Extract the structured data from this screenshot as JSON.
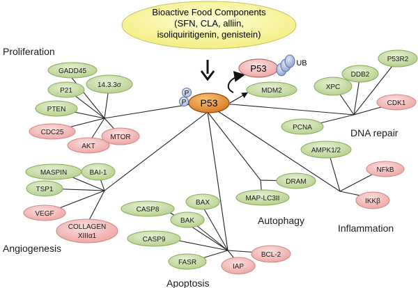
{
  "header": {
    "line1": "Bioactive Food Components",
    "line2": "(SFN, CLA, alliin,",
    "line3": "isoliquiritigenin, genistein)"
  },
  "hub": {
    "label": "P53",
    "phospho": "P"
  },
  "ubiquitin": {
    "p53_label": "P53",
    "ub_label": "UB"
  },
  "groups": {
    "proliferation": "Proliferation",
    "dna_repair": "DNA repair",
    "angiogenesis": "Angiogenesis",
    "apoptosis": "Apoptosis",
    "autophagy": "Autophagy",
    "inflammation": "Inflammation"
  },
  "nodes": {
    "gadd45": "GADD45",
    "p21": "P21",
    "14_3_3": "14.3.3σ",
    "pten": "PTEN",
    "cdc25": "CDC25",
    "akt": "AKT",
    "mtor": "MTOR",
    "mdm2": "MDM2",
    "p53r2": "P53R2",
    "ddb2": "DDB2",
    "xpc": "XPC",
    "cdk1": "CDK1",
    "pcna": "PCNA",
    "maspin": "MASPIN",
    "bai1": "BAI-1",
    "tsp1": "TSP1",
    "vegf": "VEGF",
    "collagen_line1": "COLLAGEN",
    "collagen_line2": "XIIIα1",
    "casp8": "CASP8",
    "bax": "BAX",
    "bak": "BAK",
    "casp9": "CASP9",
    "fasr": "FASR",
    "iap": "IAP",
    "bcl2": "BCL-2",
    "dram": "DRAM",
    "map_lc3ii": "MAP-LC3II",
    "ampk": "AMPK1/2",
    "nfkb": "NFkB",
    "ikkb": "IKKβ"
  },
  "colors": {
    "green_fill": "#c4dba0",
    "green_stroke": "#8aaa5c",
    "pink_fill": "#f4b8b6",
    "pink_stroke": "#d08886",
    "hub_fill": "#e38b29",
    "header_fill": "#f8f59a",
    "ub_fill": "#9fb3dc",
    "line": "#222222"
  }
}
